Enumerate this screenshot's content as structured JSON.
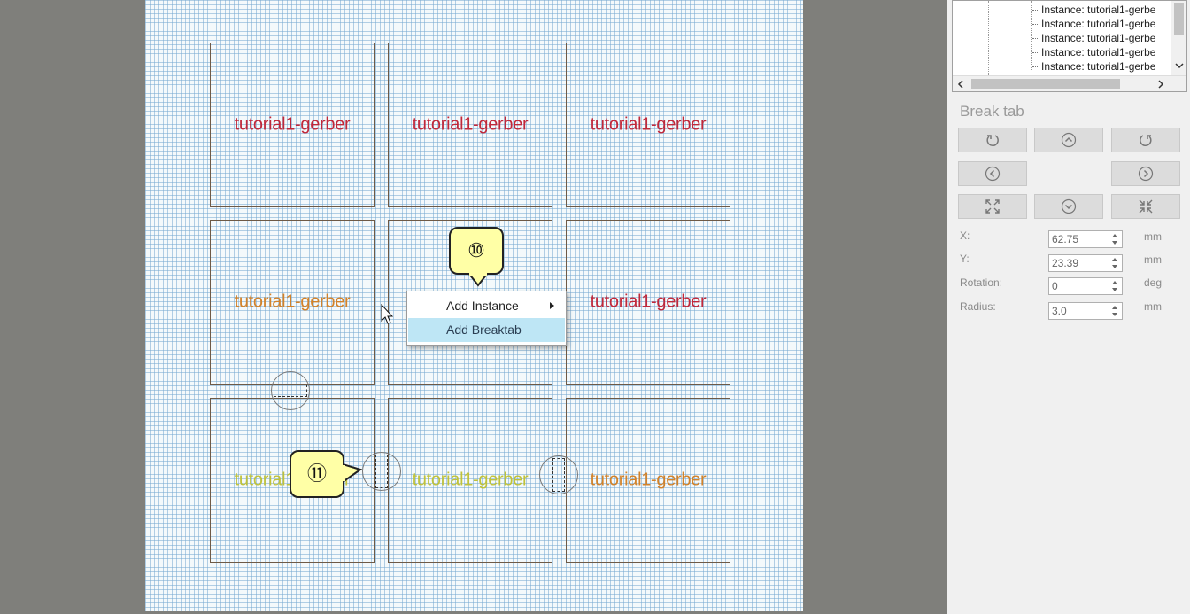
{
  "canvas": {
    "panels": [
      {
        "label": "tutorial1-gerber",
        "color": "#c0283a"
      },
      {
        "label": "tutorial1-gerber",
        "color": "#c0283a"
      },
      {
        "label": "tutorial1-gerber",
        "color": "#c0283a"
      },
      {
        "label": "tutorial1-gerber",
        "color": "#d2822a"
      },
      {
        "label": "",
        "color": "#c0283a"
      },
      {
        "label": "tutorial1-gerber",
        "color": "#c0283a"
      },
      {
        "label": "tutorial1-gerber",
        "color": "#c0c23a"
      },
      {
        "label": "tutorial1-gerber",
        "color": "#c0c23a"
      },
      {
        "label": "tutorial1-gerber",
        "color": "#d2822a"
      }
    ]
  },
  "context_menu": {
    "add_instance": "Add Instance",
    "add_breaktab": "Add Breaktab"
  },
  "callouts": {
    "c10": "⑩",
    "c11": "⑪"
  },
  "tree": {
    "rows": [
      "Instance: tutorial1-gerbe",
      "Instance: tutorial1-gerbe",
      "Instance: tutorial1-gerbe",
      "Instance: tutorial1-gerbe",
      "Instance: tutorial1-gerbe"
    ]
  },
  "breaktab": {
    "title": "Break tab",
    "x_label": "X:",
    "x_value": "62.75",
    "x_unit": "mm",
    "y_label": "Y:",
    "y_value": "23.39",
    "y_unit": "mm",
    "rotation_label": "Rotation:",
    "rotation_value": "0",
    "rotation_unit": "deg",
    "radius_label": "Radius:",
    "radius_value": "3.0",
    "radius_unit": "mm"
  },
  "icons": {
    "rotate_ccw": "rotate-ccw-icon",
    "move_up": "chevron-up-circle-icon",
    "rotate_cw": "rotate-cw-icon",
    "move_left": "chevron-left-circle-icon",
    "move_right": "chevron-right-circle-icon",
    "expand": "expand-icon",
    "move_down": "chevron-down-circle-icon",
    "shrink": "shrink-icon"
  }
}
